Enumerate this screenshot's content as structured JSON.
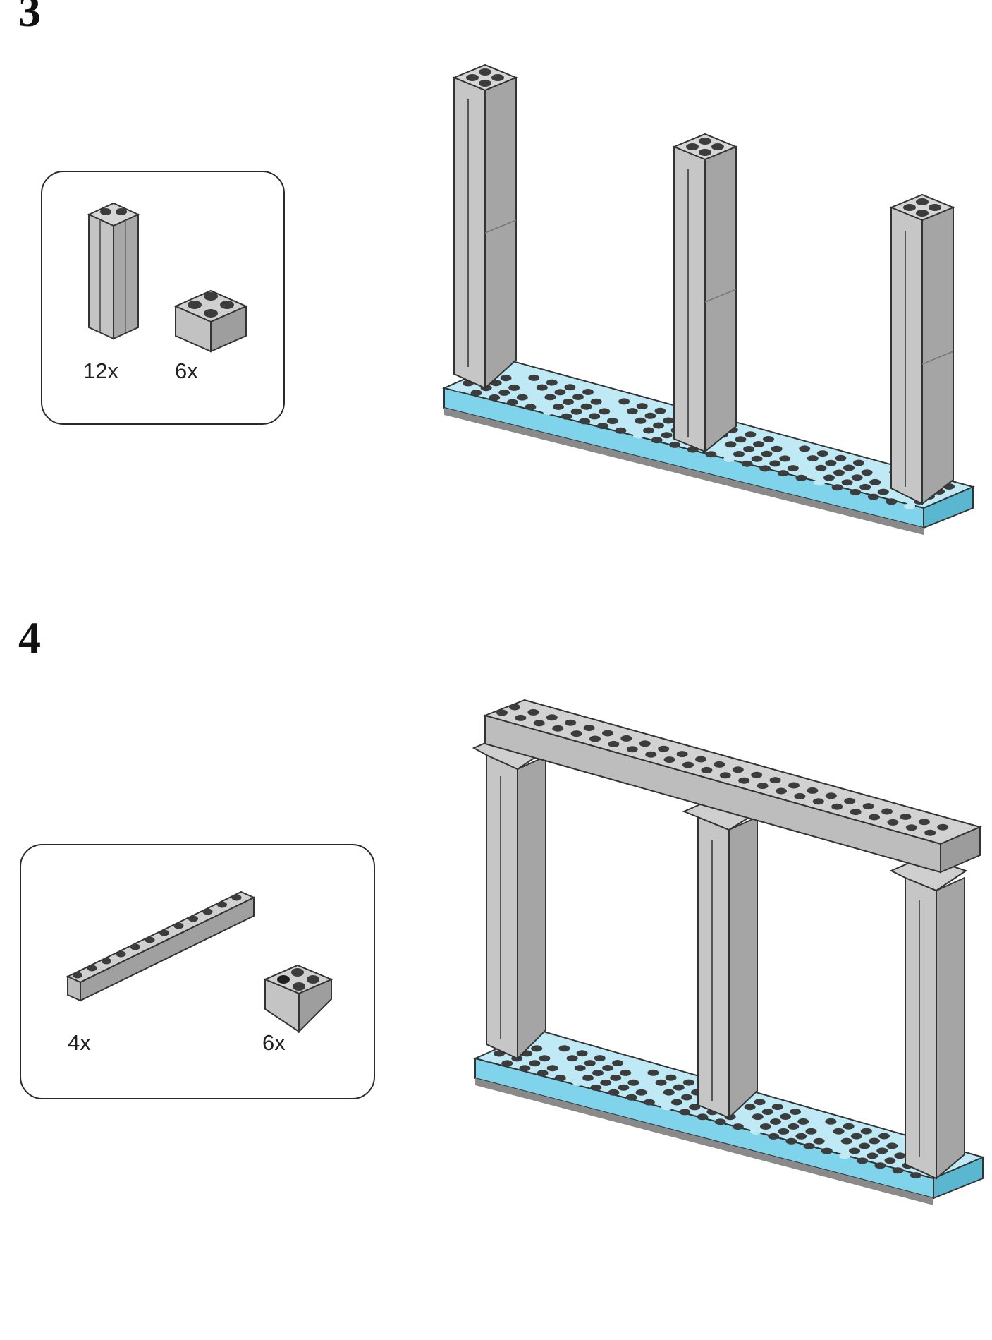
{
  "steps": [
    {
      "number": "3",
      "parts": [
        {
          "quantity": "12x",
          "icon": "tall-column-brick-icon"
        },
        {
          "quantity": "6x",
          "icon": "2x2-brick-icon"
        }
      ]
    },
    {
      "number": "4",
      "parts": [
        {
          "quantity": "4x",
          "icon": "1x12-brick-icon"
        },
        {
          "quantity": "6x",
          "icon": "inverted-slope-2x2-icon"
        }
      ]
    }
  ],
  "colors": {
    "brick_gray": "#c9c9c9",
    "brick_gray_dark": "#9a9a9a",
    "stud_dark": "#3c3c3c",
    "base_blue": "#7fd3ea",
    "base_blue_light": "#bfe9f4",
    "outline": "#3a3a3a"
  }
}
